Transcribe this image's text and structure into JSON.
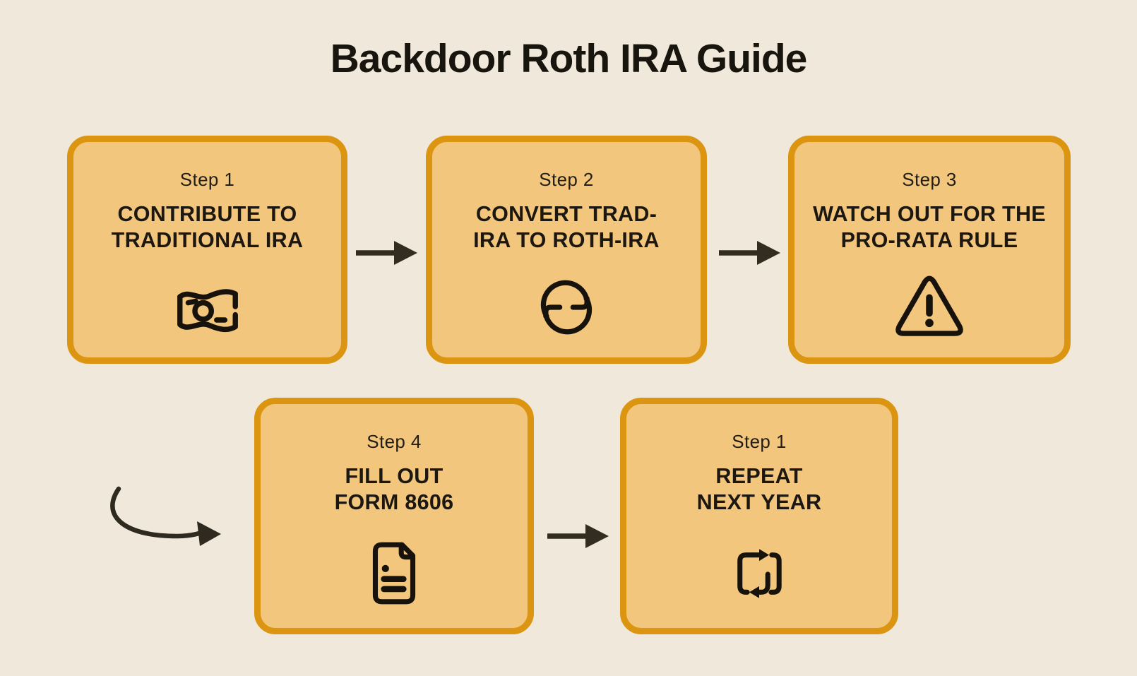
{
  "title": "Backdoor Roth IRA Guide",
  "steps": [
    {
      "label": "Step 1",
      "line1": "CONTRIBUTE TO",
      "line2": "TRADITIONAL IRA",
      "icon": "banknote-icon"
    },
    {
      "label": "Step 2",
      "line1": "CONVERT TRAD-",
      "line2": "IRA TO ROTH-IRA",
      "icon": "sync-arrows-icon"
    },
    {
      "label": "Step 3",
      "line1": "WATCH OUT FOR THE",
      "line2": "PRO-RATA RULE",
      "icon": "warning-triangle-icon"
    },
    {
      "label": "Step 4",
      "line1": "FILL OUT",
      "line2": "FORM 8606",
      "icon": "document-icon"
    },
    {
      "label": "Step 1",
      "line1": "REPEAT",
      "line2": "NEXT YEAR",
      "icon": "repeat-icon"
    }
  ],
  "connectors": [
    "arrow-right-icon",
    "arrow-right-icon",
    "curved-arrow-icon",
    "arrow-right-icon"
  ],
  "colors": {
    "background": "#efe8db",
    "card_fill": "#f2c77d",
    "card_border": "#dc9511",
    "text": "#1c1711",
    "arrow": "#332c20"
  }
}
